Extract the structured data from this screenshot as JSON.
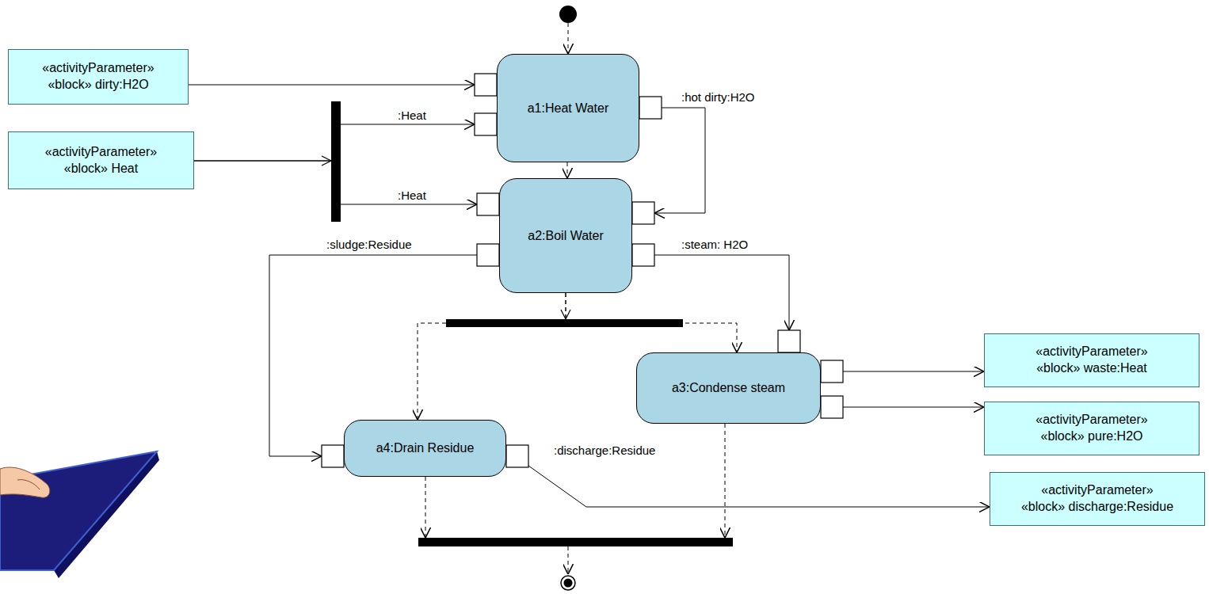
{
  "diagram": {
    "nodes": [
      {
        "text": [
          "«activityParameter»",
          "«block» dirty:H2O"
        ]
      },
      {
        "text": [
          "«activityParameter»",
          "«block» Heat"
        ]
      },
      {
        "text": [
          "a1:Heat Water"
        ]
      },
      {
        "text": [
          "a2:Boil Water"
        ]
      },
      {
        "text": [
          "«activityParameter»",
          "«block» waste:Heat"
        ]
      },
      {
        "text": [
          "a3:Condense steam"
        ]
      },
      {
        "text": [
          "«activityParameter»",
          "«block» pure:H2O"
        ]
      },
      {
        "text": [
          "a4:Drain Residue"
        ]
      },
      {
        "text": [
          "«activityParameter»",
          "«block» discharge:Residue"
        ]
      }
    ],
    "edges": [
      {
        "from": 0,
        "to": 2,
        "arrow": "to"
      },
      {
        "from": 1,
        "to": 2,
        "label": ":Heat",
        "arrow": "to"
      },
      {
        "from": 1,
        "to": 3,
        "label": ":Heat",
        "arrow": "to"
      },
      {
        "from": 2,
        "to": 3,
        "arrow": "to"
      },
      {
        "from": 2,
        "to": 3,
        "label": ":hot dirty:H2O",
        "arrow": "to"
      },
      {
        "from": 3,
        "to": 7,
        "label": ":sludge:Residue",
        "arrow": "to"
      },
      {
        "from": 3,
        "to": 5,
        "label": ":steam: H2O",
        "arrow": "to"
      },
      {
        "from": 3,
        "to": 7,
        "arrow": "to"
      },
      {
        "from": 3,
        "to": 5,
        "arrow": "to"
      },
      {
        "from": 5,
        "to": 4,
        "arrow": "to"
      },
      {
        "from": 5,
        "to": 6,
        "arrow": "to"
      },
      {
        "from": 7,
        "to": 8,
        "label": ":discharge:Residue",
        "arrow": "to"
      }
    ]
  }
}
